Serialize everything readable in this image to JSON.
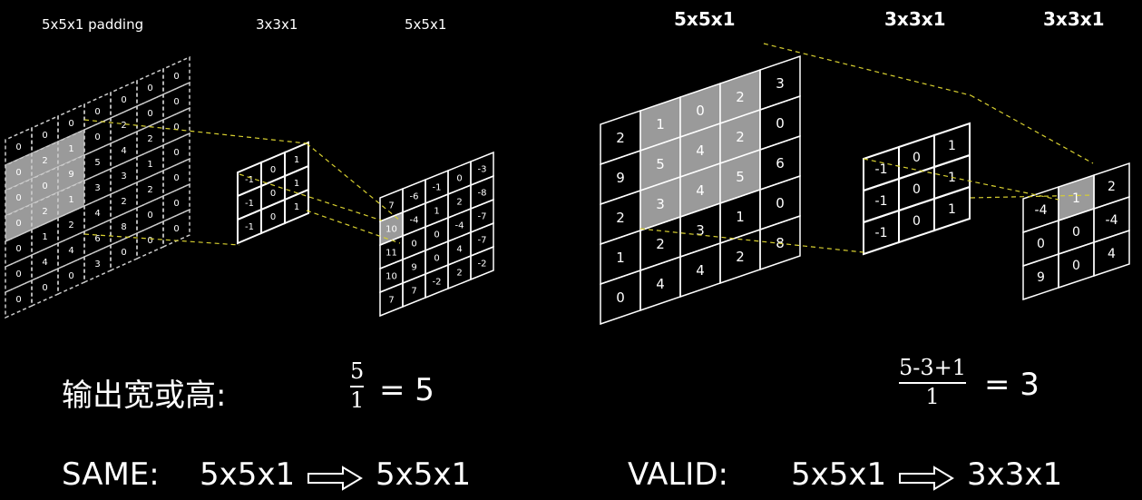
{
  "left": {
    "labels": {
      "input": "5x5x1 padding",
      "kernel": "3x3x1",
      "output": "5x5x1"
    },
    "input": [
      [
        "0",
        "0",
        "0",
        "0",
        "0",
        "0",
        "0"
      ],
      [
        "0",
        "2",
        "1",
        "0",
        "2",
        "0",
        "0"
      ],
      [
        "0",
        "0",
        "9",
        "5",
        "4",
        "2",
        "0"
      ],
      [
        "0",
        "2",
        "1",
        "3",
        "3",
        "1",
        "0"
      ],
      [
        "0",
        "1",
        "2",
        "4",
        "2",
        "2",
        "0"
      ],
      [
        "0",
        "4",
        "4",
        "6",
        "8",
        "0",
        "0"
      ],
      [
        "0",
        "0",
        "0",
        "3",
        "0",
        "0",
        "0"
      ]
    ],
    "kernel": [
      [
        "-1",
        "0",
        "1"
      ],
      [
        "-1",
        "0",
        "1"
      ],
      [
        "-1",
        "0",
        "1"
      ]
    ],
    "output": [
      [
        "7",
        "-6",
        "-1",
        "0",
        "-3"
      ],
      [
        "10",
        "-4",
        "1",
        "2",
        "-8"
      ],
      [
        "11",
        "0",
        "0",
        "-4",
        "-7"
      ],
      [
        "10",
        "9",
        "0",
        "4",
        "-7"
      ],
      [
        "7",
        "7",
        "-2",
        "2",
        "-2"
      ]
    ],
    "formula": {
      "prefix": "输出宽或高:",
      "numerator": "5",
      "denominator": "1",
      "result": "= 5"
    },
    "mode": {
      "name": "SAME:",
      "from": "5x5x1",
      "to": "5x5x1"
    }
  },
  "right": {
    "labels": {
      "input": "5x5x1",
      "kernel": "3x3x1",
      "output": "3x3x1"
    },
    "input": [
      [
        "2",
        "1",
        "0",
        "2",
        "3"
      ],
      [
        "9",
        "5",
        "4",
        "2",
        "0"
      ],
      [
        "2",
        "3",
        "4",
        "5",
        "6"
      ],
      [
        "1",
        "2",
        "3",
        "1",
        "0"
      ],
      [
        "0",
        "4",
        "4",
        "2",
        "8"
      ]
    ],
    "kernel": [
      [
        "-1",
        "0",
        "1"
      ],
      [
        "-1",
        "0",
        "1"
      ],
      [
        "-1",
        "0",
        "1"
      ]
    ],
    "output": [
      [
        "-4",
        "1",
        "2"
      ],
      [
        "0",
        "0",
        "-4"
      ],
      [
        "9",
        "0",
        "4"
      ]
    ],
    "formula": {
      "numerator": "5-3+1",
      "denominator": "1",
      "result": "= 3"
    },
    "mode": {
      "name": "VALID:",
      "from": "5x5x1",
      "to": "3x3x1"
    }
  },
  "colors": {
    "grid": "#ffffff",
    "dashed": "#cccccc",
    "highlight": "#9a9a9a",
    "connector": "#d8d030",
    "text": "#ffffff"
  }
}
